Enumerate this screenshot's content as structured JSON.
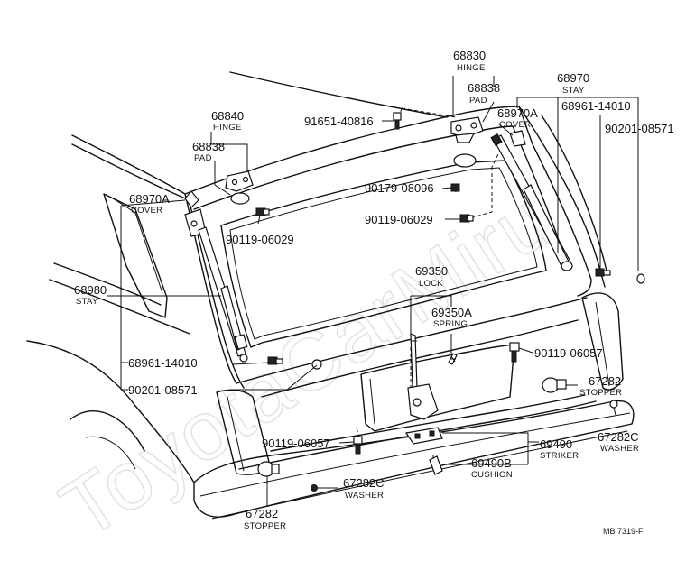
{
  "watermark": "ToyotaCarMiru",
  "figure_code": "MB 7319-F",
  "labels": {
    "p68830": {
      "number": "68830",
      "desc": "HINGE"
    },
    "p68838_right": {
      "number": "68838",
      "desc": "PAD"
    },
    "p68970": {
      "number": "68970",
      "desc": "STAY"
    },
    "p68961_right": {
      "number": "68961-14010"
    },
    "p90201_right": {
      "number": "90201-08571"
    },
    "p91651": {
      "number": "91651-40816"
    },
    "p68970a_right": {
      "number": "68970A",
      "desc": "COVER"
    },
    "p68840": {
      "number": "68840",
      "desc": "HINGE"
    },
    "p68838_left": {
      "number": "68838",
      "desc": "PAD"
    },
    "p68970a_left": {
      "number": "68970A",
      "desc": "COVER"
    },
    "p90179": {
      "number": "90179-08096"
    },
    "p90119_upper_right": {
      "number": "90119-06029"
    },
    "p90119_upper_left": {
      "number": "90119-06029"
    },
    "p68980": {
      "number": "68980",
      "desc": "STAY"
    },
    "p69350": {
      "number": "69350",
      "desc": "LOCK"
    },
    "p69350a": {
      "number": "69350A",
      "desc": "SPRING"
    },
    "p90119_right_mid": {
      "number": "90119-06057"
    },
    "p68961_left": {
      "number": "68961-14010"
    },
    "p90201_left": {
      "number": "90201-08571"
    },
    "p67282_right": {
      "number": "67282",
      "desc": "STOPPER"
    },
    "p67282c_right": {
      "number": "67282C",
      "desc": "WASHER"
    },
    "p90119_lower": {
      "number": "90119-06057"
    },
    "p69490": {
      "number": "69490",
      "desc": "STRIKER"
    },
    "p69490b": {
      "number": "69490B",
      "desc": "CUSHION"
    },
    "p67282c_left": {
      "number": "67282C",
      "desc": "WASHER"
    },
    "p67282_left": {
      "number": "67282",
      "desc": "STOPPER"
    }
  }
}
